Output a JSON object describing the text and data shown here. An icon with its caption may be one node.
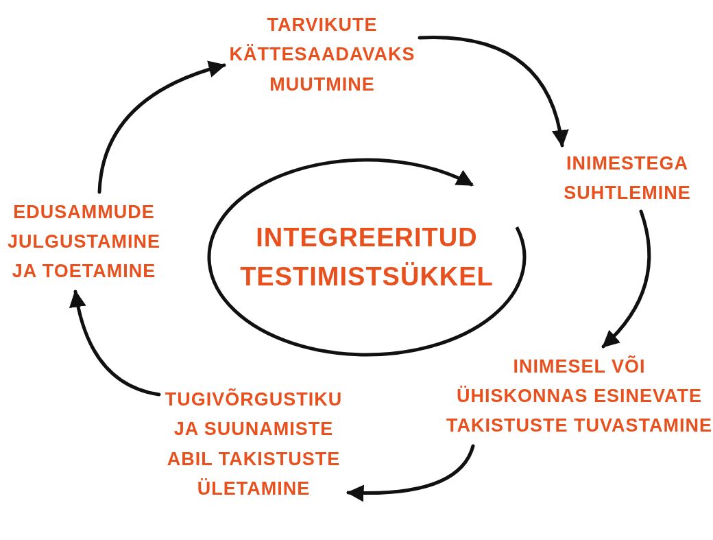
{
  "diagram": {
    "nodes": [
      {
        "text": [
          "TARVIKUTE KÄTTESAADAVAKS MUUTMINE"
        ]
      },
      {
        "text": [
          "INIMESTEGA SUHTLEMINE"
        ]
      },
      {
        "text": [
          "INIMESEL VÕI ÜHISKONNAS ESINEVATE TAKISTUSTE TUVASTAMINE"
        ]
      },
      {
        "text": [
          "TUGIVÕRGUSTIKU JA SUUNAMISTE ABIL TAKISTUSTE ÜLETAMINE"
        ]
      },
      {
        "text": [
          "EDUSAMMUDE JULGUSTAMINE JA TOETAMINE"
        ]
      },
      {
        "text": [
          "INTEGREERITUD TESTIMISTSÜKKEL"
        ]
      }
    ],
    "edges": [
      {
        "from": 0,
        "to": 1,
        "arrow": "to"
      },
      {
        "from": 1,
        "to": 2,
        "arrow": "to"
      },
      {
        "from": 2,
        "to": 3,
        "arrow": "to"
      },
      {
        "from": 3,
        "to": 4,
        "arrow": "to"
      },
      {
        "from": 4,
        "to": 0,
        "arrow": "to"
      }
    ]
  }
}
